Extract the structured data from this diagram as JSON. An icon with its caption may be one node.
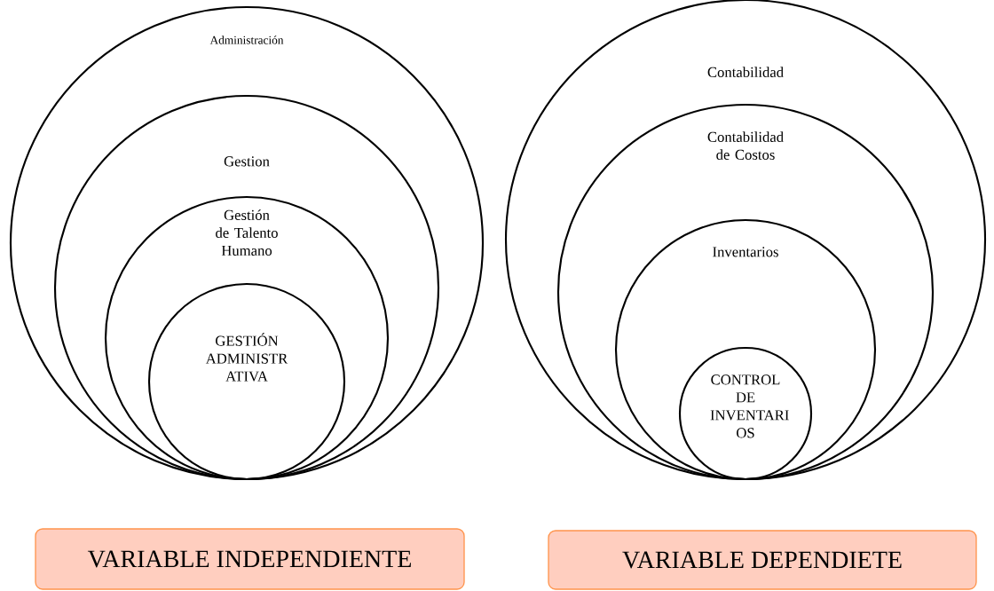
{
  "diagram": {
    "nodes": [
      {
        "text": [
          "Administración"
        ]
      },
      {
        "text": [
          "Gestion"
        ],
        "in": 0
      },
      {
        "text": [
          "Gestión de Talento Humano"
        ],
        "in": 1
      },
      {
        "text": [
          "GESTIÓN ADMINISTR ATIVA"
        ],
        "in": 2
      },
      {
        "text": [
          "Contabilidad"
        ]
      },
      {
        "text": [
          "Contabilidad de Costos"
        ],
        "in": 4
      },
      {
        "text": [
          "Inventarios"
        ],
        "in": 5
      },
      {
        "text": [
          "CONTROL DE INVENTARI OS"
        ],
        "in": 6
      },
      {
        "text": [
          "VARIABLE INDEPENDIENTE"
        ]
      },
      {
        "text": [
          "VARIABLE DEPENDIETE"
        ]
      }
    ]
  }
}
